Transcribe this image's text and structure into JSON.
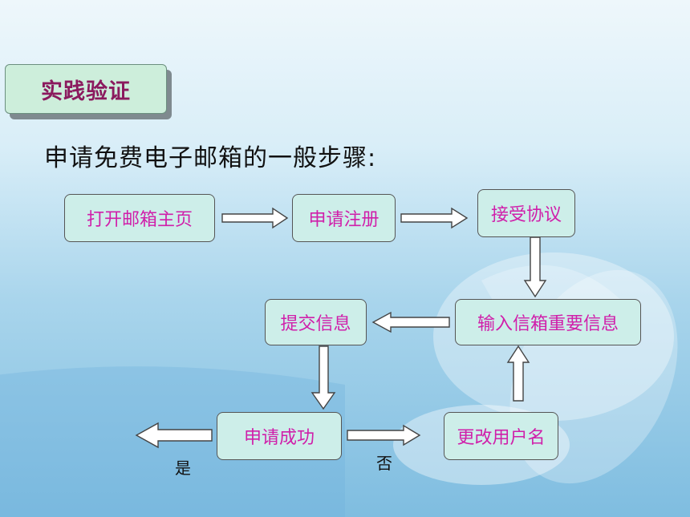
{
  "title": "实践验证",
  "subtitle": "申请免费电子邮箱的一般步骤:",
  "nodes": {
    "open_homepage": "打开邮箱主页",
    "apply_register": "申请注册",
    "accept_agreement": "接受协议",
    "enter_info": "输入信箱重要信息",
    "submit_info": "提交信息",
    "apply_success": "申请成功",
    "change_username": "更改用户名"
  },
  "edge_labels": {
    "yes": "是",
    "no": "否"
  },
  "colors": {
    "node_fill": "#cdeee9",
    "node_text": "#d01faa",
    "title_fill": "#cdeedb",
    "title_text": "#8b1a5e"
  }
}
